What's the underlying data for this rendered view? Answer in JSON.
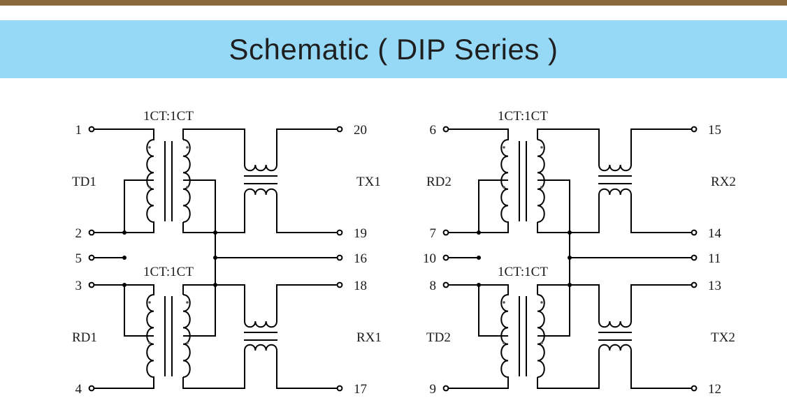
{
  "header": {
    "title": "Schematic ( DIP Series )"
  },
  "colors": {
    "top_bar": "#8a6a3c",
    "banner": "#96d9f6",
    "line": "#000000"
  },
  "circuits": [
    {
      "pins": {
        "p1": "1",
        "p2": "2",
        "p5": "5",
        "p3": "3",
        "p4": "4",
        "p20": "20",
        "p19": "19",
        "p16": "16",
        "p18": "18",
        "p17": "17"
      },
      "ratio_top": "1CT:1CT",
      "ratio_bottom": "1CT:1CT",
      "left_top": "TD1",
      "right_top": "TX1",
      "left_bottom": "RD1",
      "right_bottom": "RX1"
    },
    {
      "pins": {
        "p1": "6",
        "p2": "7",
        "p5": "10",
        "p3": "8",
        "p4": "9",
        "p20": "15",
        "p19": "14",
        "p16": "11",
        "p18": "13",
        "p17": "12"
      },
      "ratio_top": "1CT:1CT",
      "ratio_bottom": "1CT:1CT",
      "left_top": "RD2",
      "right_top": "RX2",
      "left_bottom": "TD2",
      "right_bottom": "TX2"
    }
  ]
}
